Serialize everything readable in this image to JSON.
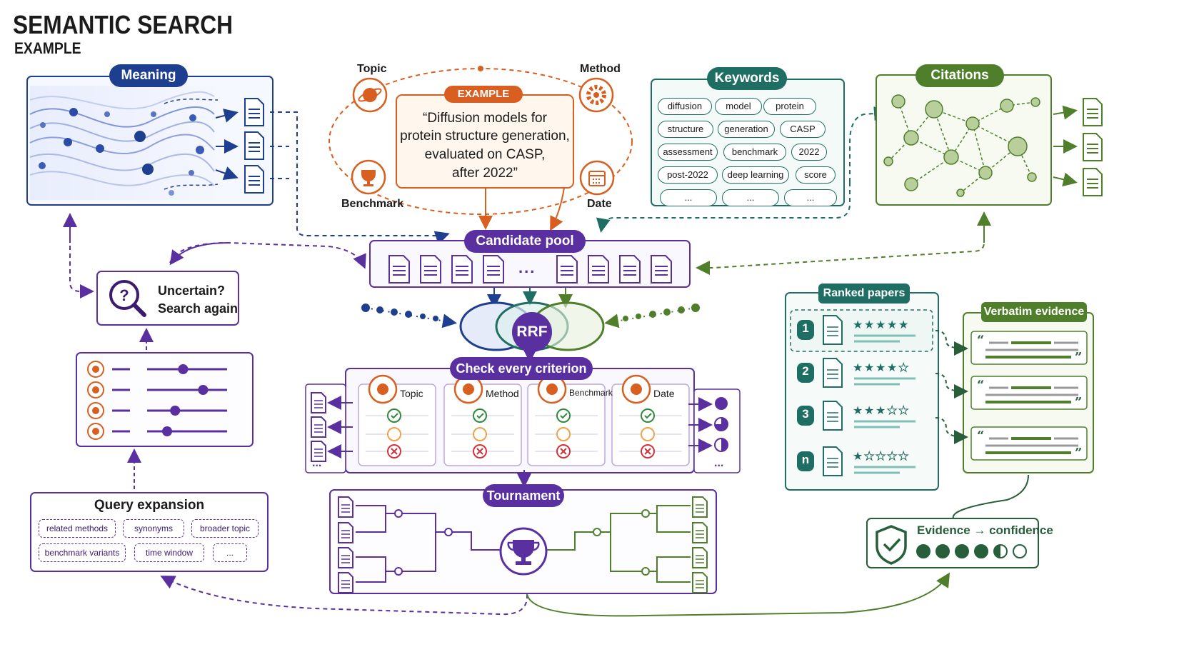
{
  "title": "SEMANTIC SEARCH",
  "subtitle": "EXAMPLE",
  "colors": {
    "blue": "#1e3f8f",
    "orange": "#d85f1f",
    "teal": "#1e6e64",
    "green": "#4f7f2b",
    "purple": "#5a2fa0",
    "dark_green": "#265f3a"
  },
  "meaning": {
    "label": "Meaning"
  },
  "example": {
    "badge": "EXAMPLE",
    "query_lines": [
      "“Diffusion models for",
      "protein structure generation,",
      "evaluated on CASP,",
      "after 2022”"
    ],
    "facets": [
      "Topic",
      "Method",
      "Benchmark",
      "Date"
    ]
  },
  "keywords": {
    "label": "Keywords",
    "chips": [
      "diffusion",
      "model",
      "protein",
      "structure",
      "generation",
      "CASP",
      "assessment",
      "benchmark",
      "2022",
      "post-2022",
      "deep learning",
      "score",
      "...",
      "...",
      "..."
    ]
  },
  "citations": {
    "label": "Citations"
  },
  "candidate_pool": {
    "label": "Candidate pool",
    "ellipsis": "..."
  },
  "uncertain": {
    "line1": "Uncertain?",
    "line2": "Search again"
  },
  "rrf": {
    "label": "RRF"
  },
  "criteria": {
    "label": "Check every criterion",
    "columns": [
      "Topic",
      "Method",
      "Benchmark",
      "Date"
    ],
    "ellipsis": "..."
  },
  "tournament": {
    "label": "Tournament"
  },
  "query_expansion": {
    "label": "Query expansion",
    "chips": [
      "related methods",
      "synonyms",
      "broader topic",
      "benchmark variants",
      "time window",
      "..."
    ]
  },
  "ranked": {
    "label": "Ranked papers",
    "items": [
      {
        "rank": "1",
        "stars": 5
      },
      {
        "rank": "2",
        "stars": 4
      },
      {
        "rank": "3",
        "stars": 3
      },
      {
        "rank": "n",
        "stars": 1
      }
    ]
  },
  "evidence": {
    "label": "Verbatim evidence",
    "open_quote": "“",
    "close_quote": "”"
  },
  "confidence": {
    "label": "Evidence → confidence",
    "level": 4.5,
    "max": 6
  },
  "sliders": {
    "levels": [
      0.45,
      0.7,
      0.35,
      0.25
    ]
  }
}
